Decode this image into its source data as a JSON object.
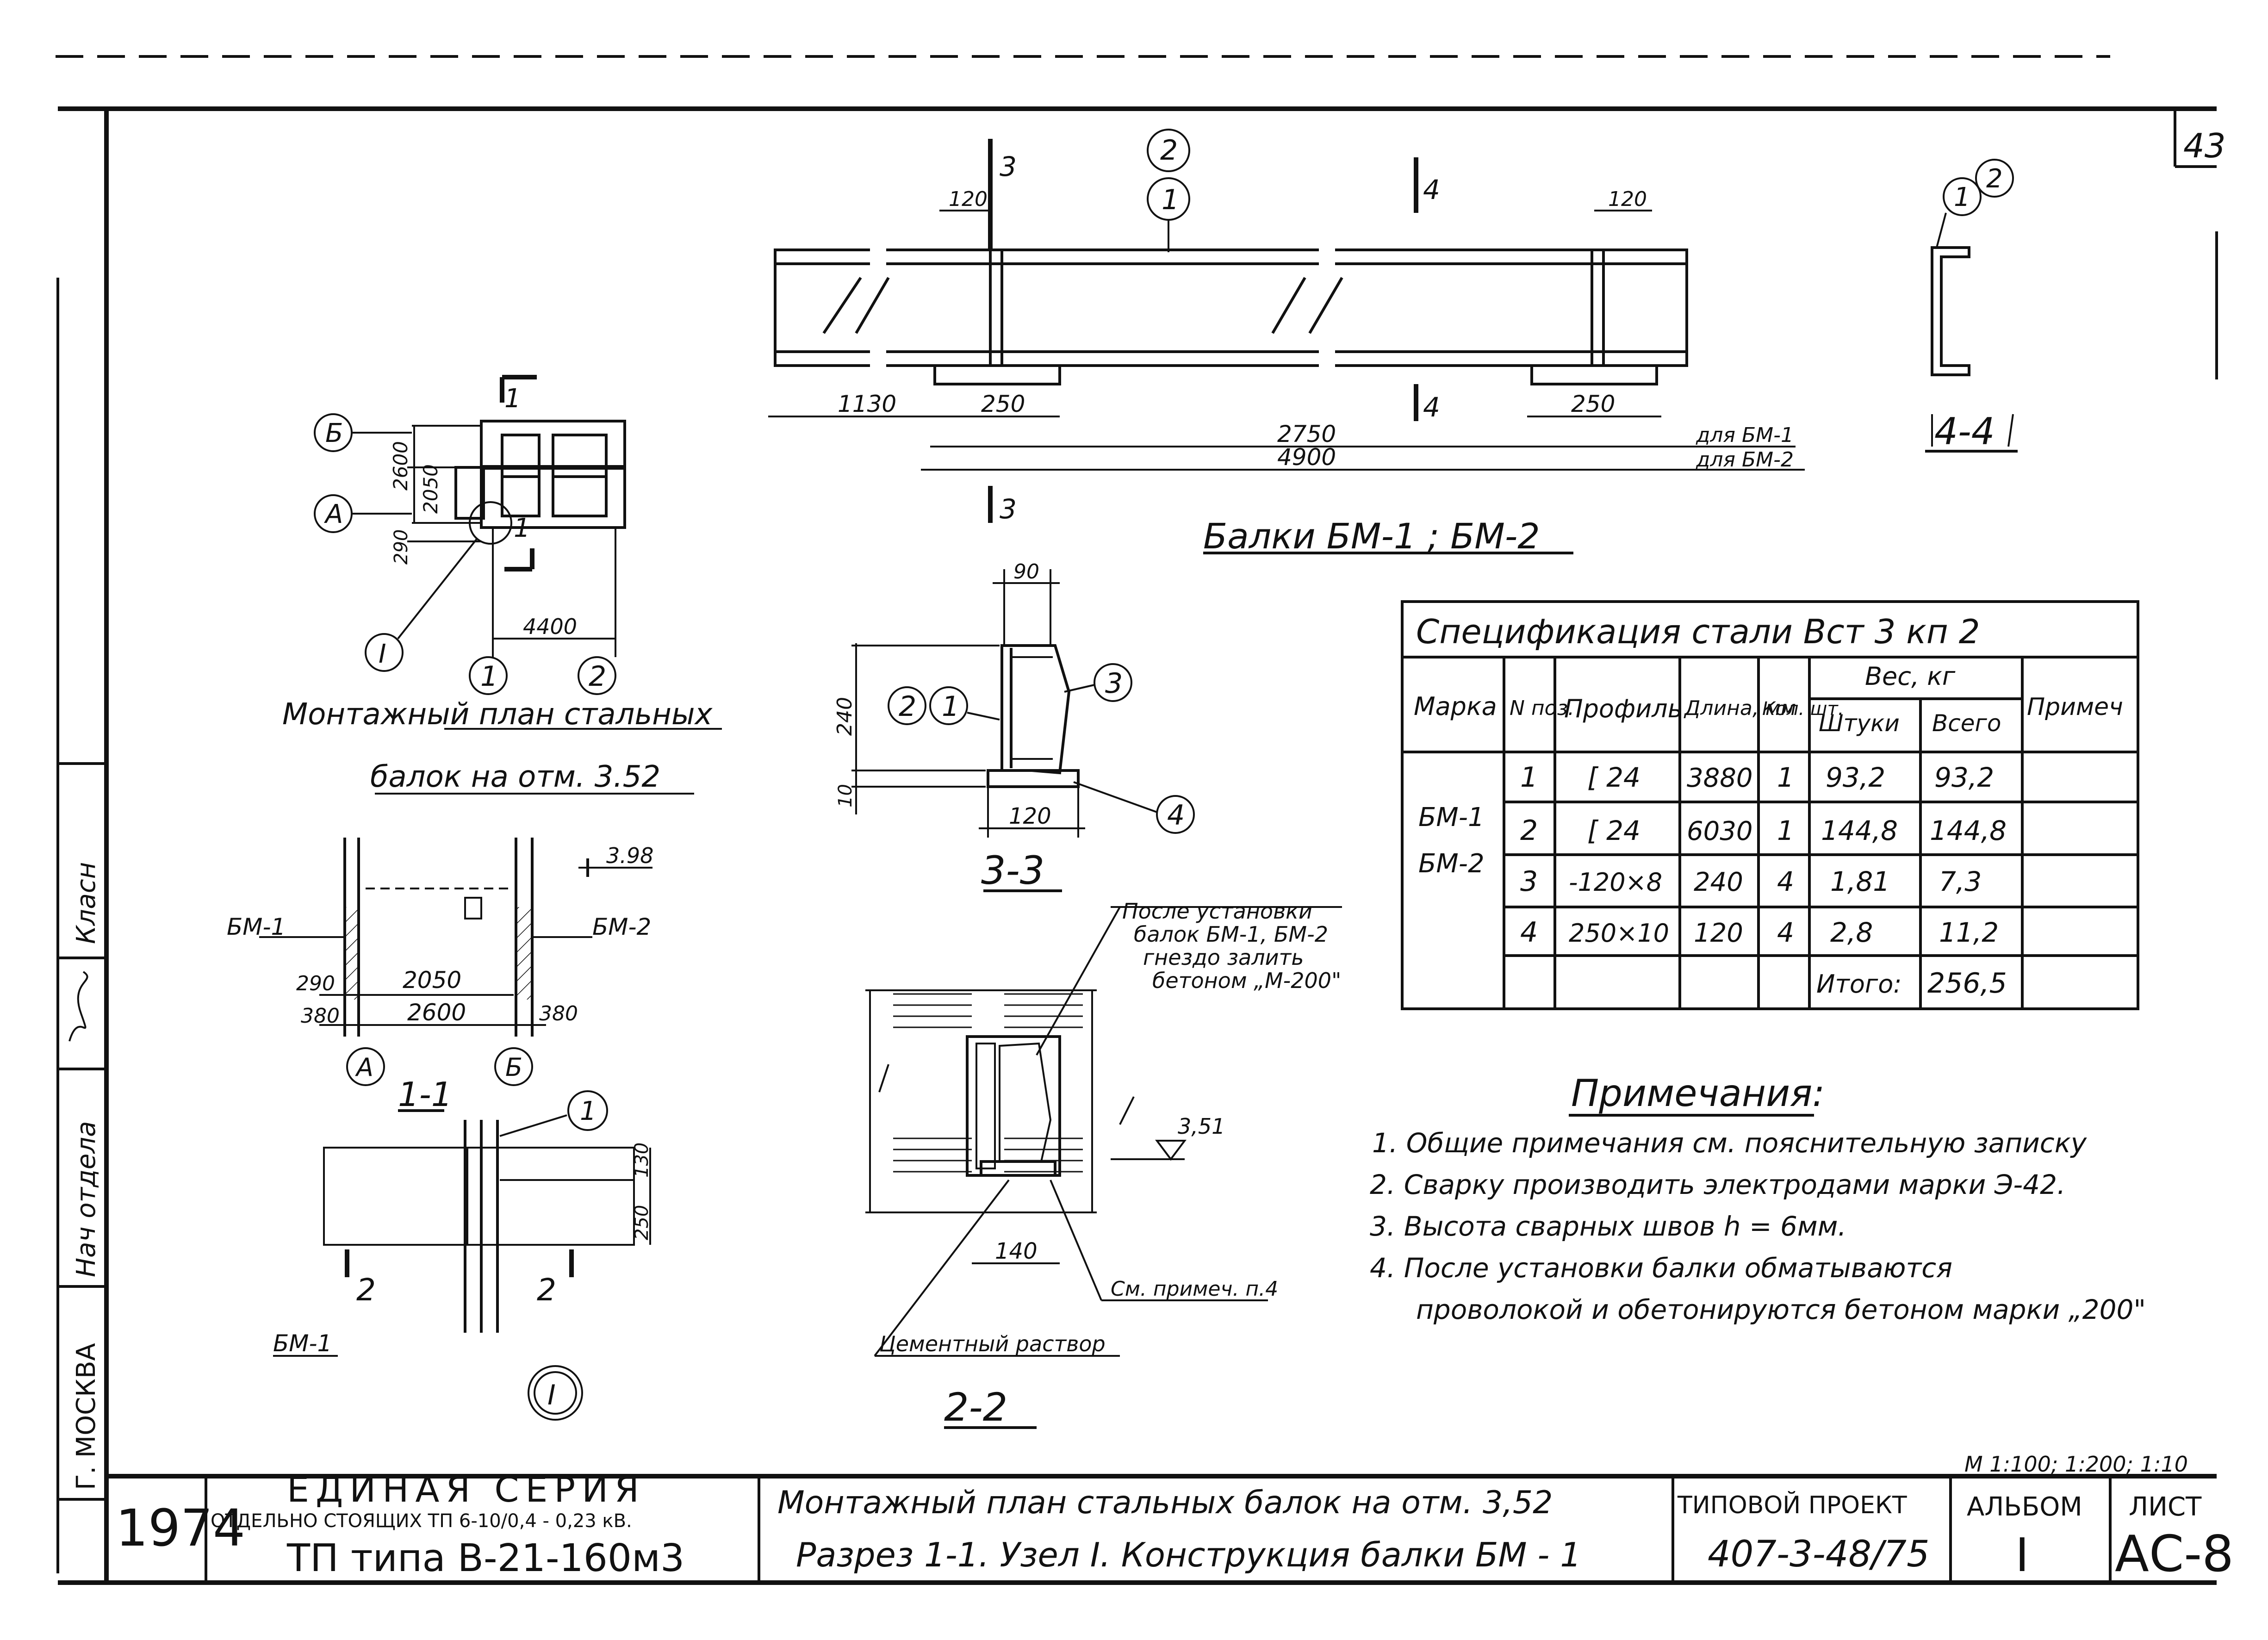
{
  "sheet": {
    "number": "43",
    "scale": "М 1:100; 1:200; 1:10"
  },
  "left_stamp": {
    "city": "Г. МОСКВА",
    "dept_head": "Нач отдела",
    "klass": "Класн"
  },
  "title_block": {
    "year": "1974",
    "series_title": "ЕДИНАЯ СЕРИЯ",
    "series_subtitle": "ОТДЕЛЬНО СТОЯЩИХ ТП 6-10/0,4 - 0,23 кВ.",
    "series_type": "ТП типа В-21-160м3",
    "description_line1": "Монтажный план стальных балок на отм. 3,52",
    "description_line2": "Разрез 1-1. Узел I. Конструкция балки БМ - 1",
    "project_label": "ТИПОВОЙ ПРОЕКТ",
    "project_number": "407-3-48/75",
    "album_label": "АЛЬБОМ",
    "album_number": "I",
    "sheet_label": "ЛИСТ",
    "sheet_code": "АС-8"
  },
  "plan": {
    "title_line1": "Монтажный план стальных",
    "title_line2": "балок на отм. 3.52",
    "dim_2600": "2600",
    "dim_2050": "2050",
    "dim_290": "290",
    "dim_4400": "4400",
    "axis_b": "Б",
    "axis_a": "А",
    "axis_1": "1",
    "axis_2": "2",
    "node_I": "I",
    "cut_1": "1"
  },
  "section_1_1": {
    "title": "1-1",
    "mark_398": "3.98",
    "bm1": "БМ-1",
    "bm2": "БМ-2",
    "dim_290": "290",
    "dim_2050": "2050",
    "dim_380_left": "380",
    "dim_2600": "2600",
    "dim_380_right": "380",
    "axis_a": "А",
    "axis_b": "Б"
  },
  "node_I": {
    "title": "I",
    "bm1": "БМ-1",
    "pos": "1",
    "dim_250": "250",
    "dim_130": "130",
    "cut_2": "2"
  },
  "beam": {
    "title": "Балки БМ-1 ; БМ-2",
    "cut_3": "3",
    "cut_4": "4",
    "pos_1": "1",
    "pos_2": "2",
    "dim_120_left": "120",
    "dim_120_right": "120",
    "dim_1130": "1130",
    "dim_250_left": "250",
    "dim_250_right": "250",
    "dim_2750": "2750",
    "dim_4900": "4900",
    "for_bm1": "для БМ-1",
    "for_bm2": "для БМ-2"
  },
  "section_3_3": {
    "title": "3-3",
    "dim_90": "90",
    "dim_240": "240",
    "dim_10": "10",
    "dim_120": "120",
    "pos_1": "1",
    "pos_2": "2",
    "pos_3": "3",
    "pos_4": "4"
  },
  "section_4_4": {
    "title": "4-4",
    "pos_1": "1",
    "pos_2": "2"
  },
  "section_2_2": {
    "title": "2-2",
    "note_line1": "После установки",
    "note_line2": "балок БМ-1, БМ-2",
    "note_line3": "гнездо залить",
    "note_line4": "бетоном „М-200\"",
    "mark_351": "3,51",
    "dim_140": "140",
    "ref_note": "См. примеч. п.4",
    "mortar": "Цементный раствор"
  },
  "spec_table": {
    "title": "Спецификация стали Вст 3 кп 2",
    "headers": {
      "mark": "Марка",
      "pos": "N поз.",
      "profile": "Профиль",
      "length": "Длина, мм",
      "qty": "Кол. шт.",
      "weight": "Вес, кг",
      "per_piece": "Штуки",
      "total": "Всего",
      "note": "Примеч"
    },
    "mark_1": "БМ-1",
    "mark_2": "БМ-2",
    "rows": [
      {
        "pos": "1",
        "profile": "[ 24",
        "length": "3880",
        "qty": "1",
        "piece": "93,2",
        "total": "93,2"
      },
      {
        "pos": "2",
        "profile": "[ 24",
        "length": "6030",
        "qty": "1",
        "piece": "144,8",
        "total": "144,8"
      },
      {
        "pos": "3",
        "profile": "-120×8",
        "length": "240",
        "qty": "4",
        "piece": "1,81",
        "total": "7,3"
      },
      {
        "pos": "4",
        "profile": "250×10",
        "length": "120",
        "qty": "4",
        "piece": "2,8",
        "total": "11,2"
      }
    ],
    "total_label": "Итого:",
    "total_value": "256,5"
  },
  "notes": {
    "title": "Примечания:",
    "items": [
      "1. Общие примечания см. пояснительную записку",
      "2. Сварку производить электродами марки Э-42.",
      "3. Высота сварных швов h = 6мм.",
      "4. После установки балки обматываются",
      "проволокой и обетонируются бетоном марки „200\""
    ]
  },
  "colors": {
    "ink": "#111111",
    "paper": "#ffffff"
  }
}
